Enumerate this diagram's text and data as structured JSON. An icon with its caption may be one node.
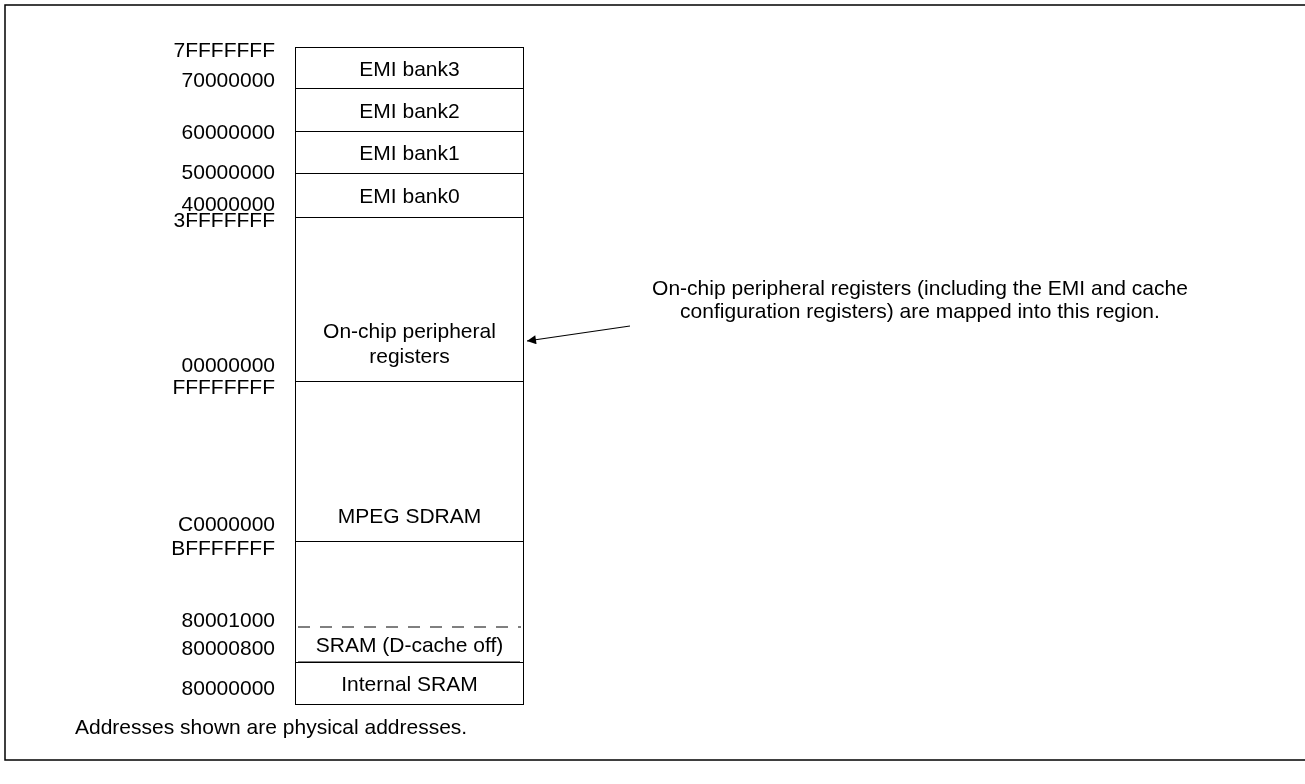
{
  "diagram": {
    "nodes": [
      {
        "text": [
          "EMI bank3"
        ]
      },
      {
        "text": [
          "EMI bank2"
        ]
      },
      {
        "text": [
          "EMI bank1"
        ]
      },
      {
        "text": [
          "EMI bank0"
        ]
      },
      {
        "text": [
          "On-chip peripheral registers"
        ]
      },
      {
        "text": [
          "MPEG SDRAM"
        ]
      },
      {
        "text": [],
        "shape": "box"
      },
      {
        "text": [
          "SRAM (D-cache off)"
        ]
      },
      {
        "text": [
          "Internal SRAM"
        ]
      },
      {
        "text": [
          "On-chip peripheral registers (including the EMI and cache configuration registers) are mapped into this region."
        ]
      }
    ],
    "edges": [
      {
        "from": 9,
        "to": 4,
        "arrow": "to"
      }
    ],
    "labels": [
      "7FFFFFFF",
      "70000000",
      "60000000",
      "50000000",
      "40000000",
      "3FFFFFFF",
      "00000000",
      "FFFFFFFF",
      "C0000000",
      "BFFFFFFF",
      "80001000",
      "80000800",
      "80000000",
      "Addresses shown are physical addresses."
    ]
  }
}
